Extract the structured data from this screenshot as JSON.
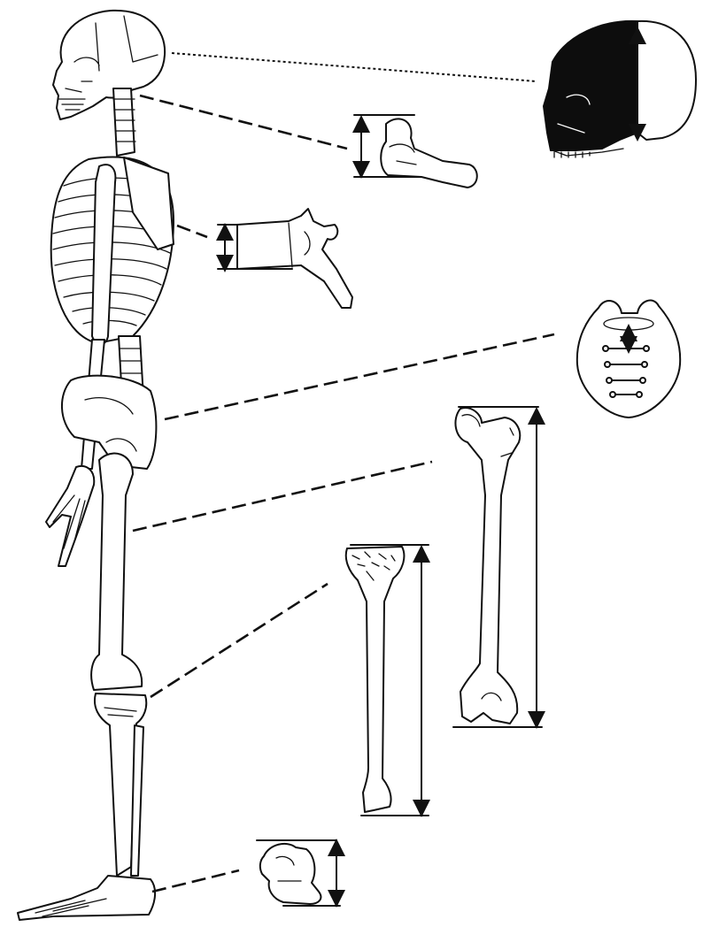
{
  "figure": {
    "colors": {
      "line": "#111111",
      "fill": "#ffffff",
      "skull_fill": "#0d0d0d"
    },
    "parts": [
      "skull",
      "cervical-vertebra",
      "thoracic-vertebra",
      "sacrum",
      "femur",
      "tibia",
      "calcaneus"
    ]
  }
}
